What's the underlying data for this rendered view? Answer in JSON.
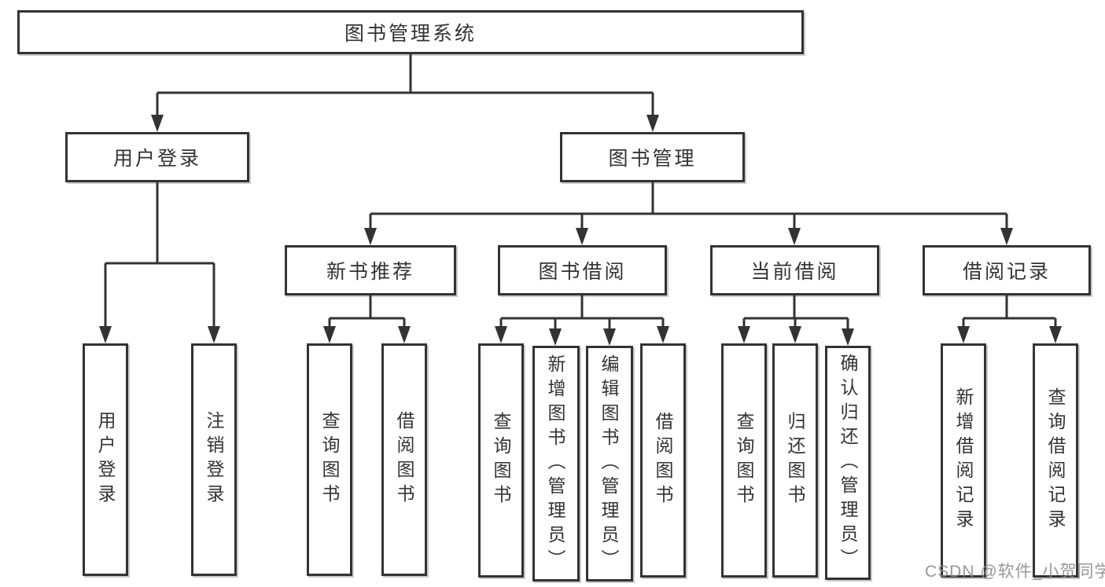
{
  "colors": {
    "line": "#333333",
    "box_border": "#333333",
    "box_fill": "#ffffff",
    "text": "#333333",
    "watermark": "#8c8c8c"
  },
  "nodes": {
    "root": {
      "label": "图书管理系统"
    },
    "user_login": {
      "label": "用户登录"
    },
    "book_mgmt": {
      "label": "图书管理"
    },
    "new_book_rec": {
      "label": "新书推荐"
    },
    "book_borrow": {
      "label": "图书借阅"
    },
    "current_borrow": {
      "label": "当前借阅"
    },
    "borrow_record": {
      "label": "借阅记录"
    },
    "user_login_leaf": {
      "label": "用户登录"
    },
    "logout": {
      "label": "注销登录"
    },
    "rec_query": {
      "label": "查询图书"
    },
    "rec_borrow": {
      "label": "借阅图书"
    },
    "bb_query": {
      "label": "查询图书"
    },
    "bb_add": {
      "label": "新增图书（管理员）"
    },
    "bb_edit": {
      "label": "编辑图书（管理员）"
    },
    "bb_borrow": {
      "label": "借阅图书"
    },
    "cb_query": {
      "label": "查询图书"
    },
    "cb_return": {
      "label": "归还图书"
    },
    "cb_confirm": {
      "label": "确认归还（管理员）"
    },
    "br_add": {
      "label": "新增借阅记录"
    },
    "br_query": {
      "label": "查询借阅记录"
    }
  },
  "structure": {
    "图书管理系统": {
      "用户登录": [
        "用户登录",
        "注销登录"
      ],
      "图书管理": {
        "新书推荐": [
          "查询图书",
          "借阅图书"
        ],
        "图书借阅": [
          "查询图书",
          "新增图书（管理员）",
          "编辑图书（管理员）",
          "借阅图书"
        ],
        "当前借阅": [
          "查询图书",
          "归还图书",
          "确认归还（管理员）"
        ],
        "借阅记录": [
          "新增借阅记录",
          "查询借阅记录"
        ]
      }
    }
  },
  "watermark": {
    "text": "CSDN @软件_小贺同学"
  }
}
